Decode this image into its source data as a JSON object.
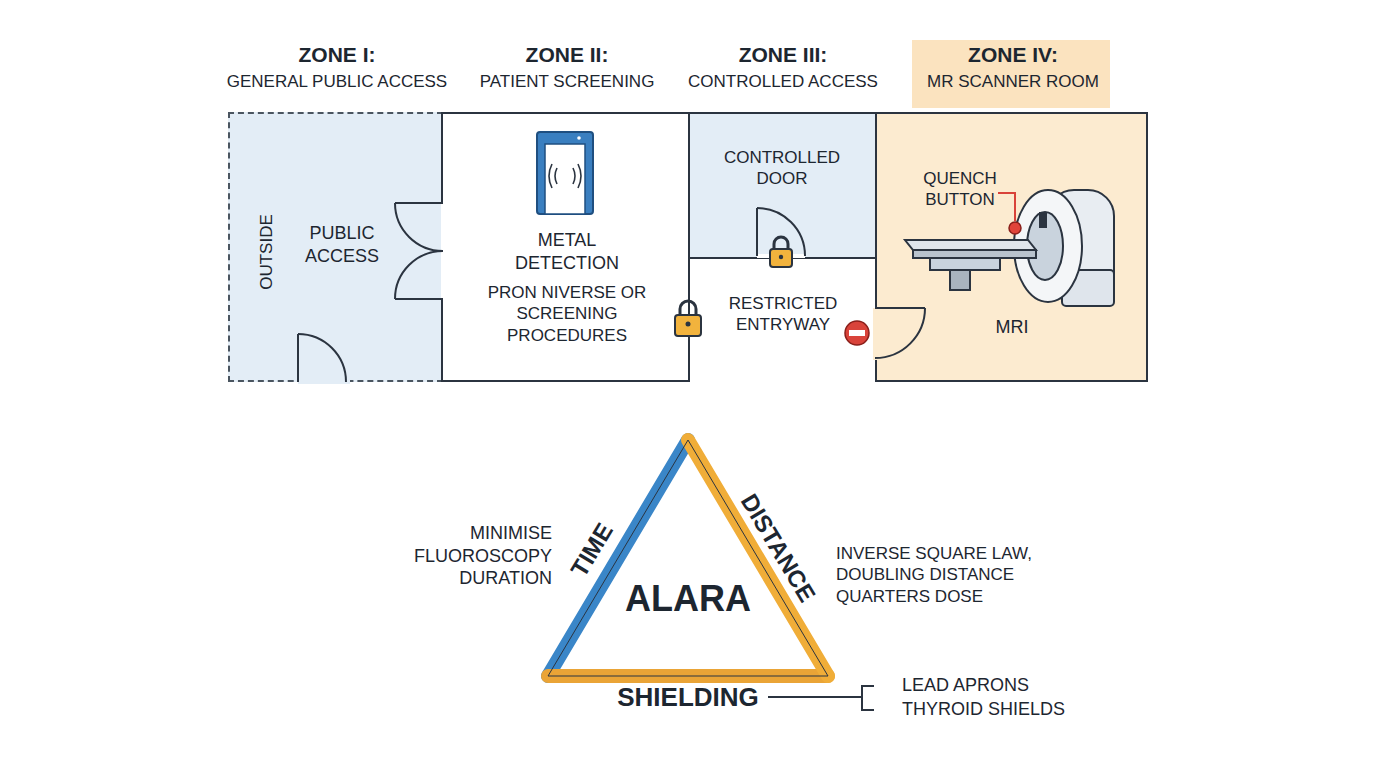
{
  "diagram": {
    "nodes": [
      {
        "text": [
          "ZONE I:",
          "GENERAL PUBLIC ACCESS",
          "OUTSIDE",
          "PUBLIC ACCESS"
        ]
      },
      {
        "text": [
          "ZONE II:",
          "PATIENT SCREENING",
          "METAL DETECTION",
          "PRON NIVERSE OR SCREENING PROCEDURES"
        ]
      },
      {
        "text": [
          "ZONE III:",
          "CONTROLLED ACCESS"
        ]
      },
      {
        "text": [
          "CONTROLLED DOOR"
        ],
        "in": 2
      },
      {
        "text": [
          "RESTRICTED ENTRYWAY"
        ],
        "in": 2
      },
      {
        "text": [
          "ZONE IV:",
          "MR SCANNER ROOM",
          "QUENCH BUTTON",
          "MRI"
        ]
      },
      {
        "text": [
          "ALARA"
        ]
      }
    ],
    "labels": [
      "TIME",
      "DISTANCE",
      "SHIELDING",
      "MINIMISE FLUOROSCOPY DURATION",
      "INVERSE SQUARE LAW, DOUBLING DISTANCE QUARTERS DOSE",
      "LEAD APRONS",
      "THYROID SHIELDS"
    ]
  }
}
